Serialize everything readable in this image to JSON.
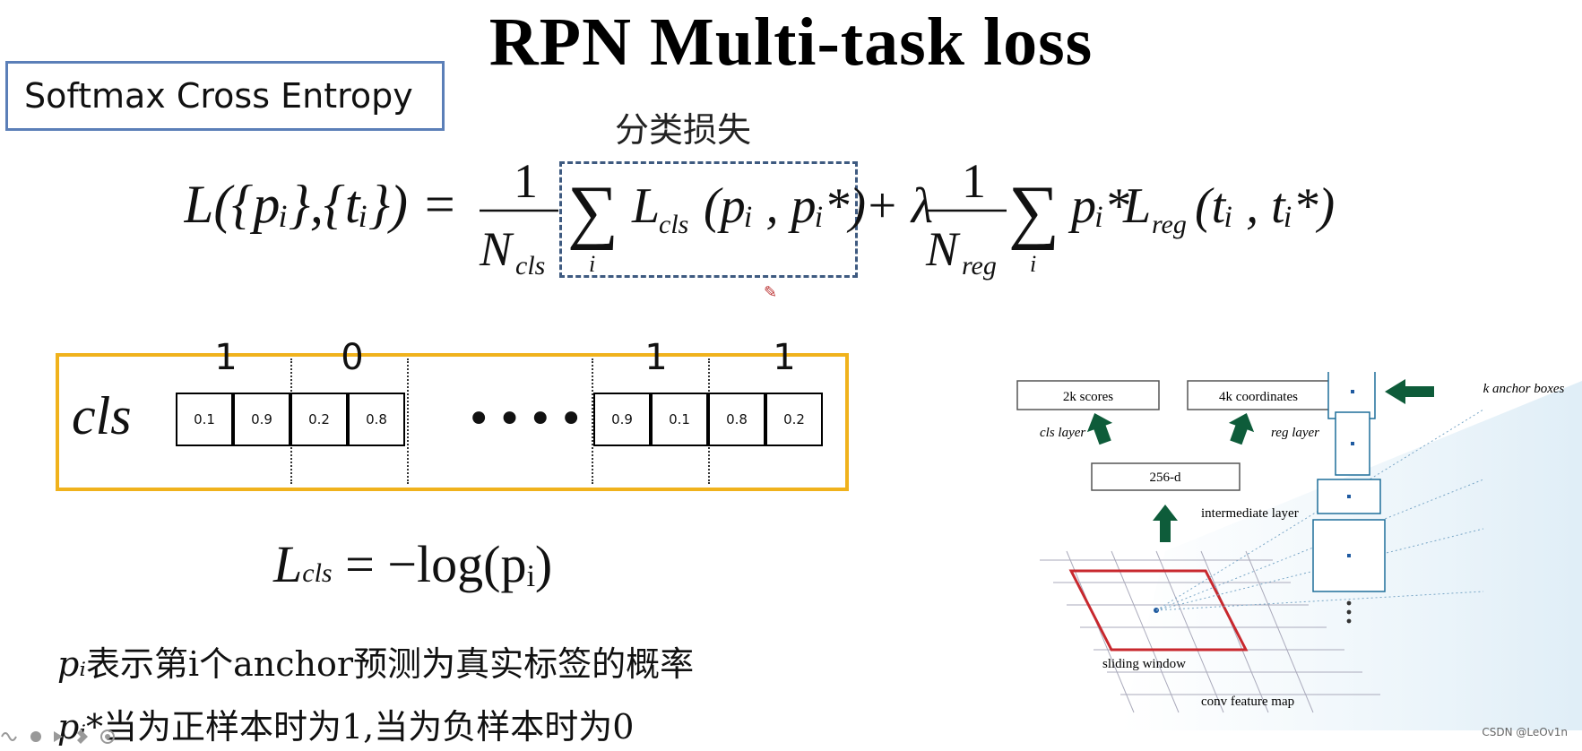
{
  "slide": {
    "title": "RPN Multi-task loss",
    "topic": "Softmax Cross Entropy",
    "cn_label": "分类损失"
  },
  "formula": {
    "lhs": "L({pᵢ},{tᵢ}) =",
    "one": "1",
    "n_cls": "N",
    "n_cls_sub": "cls",
    "sum": "∑",
    "sum_i": "i",
    "l_cls": "L",
    "l_cls_sub": "cls",
    "l_cls_args": "(pᵢ , pᵢ*)",
    "plus_lambda": "+ λ",
    "n_reg": "N",
    "n_reg_sub": "reg",
    "pstar": "pᵢ*",
    "l_reg": "L",
    "l_reg_sub": "reg",
    "l_reg_args": "(tᵢ , tᵢ*)"
  },
  "cls_example": {
    "word": "cls",
    "labels": [
      "1",
      "0",
      "1",
      "1"
    ],
    "cells": [
      "0.1",
      "0.9",
      "0.2",
      "0.8",
      "0.9",
      "0.1",
      "0.8",
      "0.2"
    ],
    "ellipsis": "•••••"
  },
  "lcls_formula": {
    "l": "L",
    "sub": "cls",
    "rhs": "= −log(pᵢ)"
  },
  "descriptions": {
    "line1_sym": "pᵢ",
    "line1_text": "表示第i个anchor预测为真实标签的概率",
    "line2_sym": "pᵢ*",
    "line2_text": "当为正样本时为1,当为负样本时为0"
  },
  "diagram": {
    "scores": "2k scores",
    "coords": "4k coordinates",
    "anchor_boxes": "k anchor boxes",
    "cls_layer": "cls layer",
    "reg_layer": "reg layer",
    "intermediate": "256-d",
    "intermediate_layer": "intermediate layer",
    "sliding_window": "sliding window",
    "conv_map": "conv feature map",
    "arrow_color": "#0e5c3a",
    "window_color": "#c8282e"
  },
  "footer": {
    "watermark": "CSDN @LeOv1n"
  }
}
